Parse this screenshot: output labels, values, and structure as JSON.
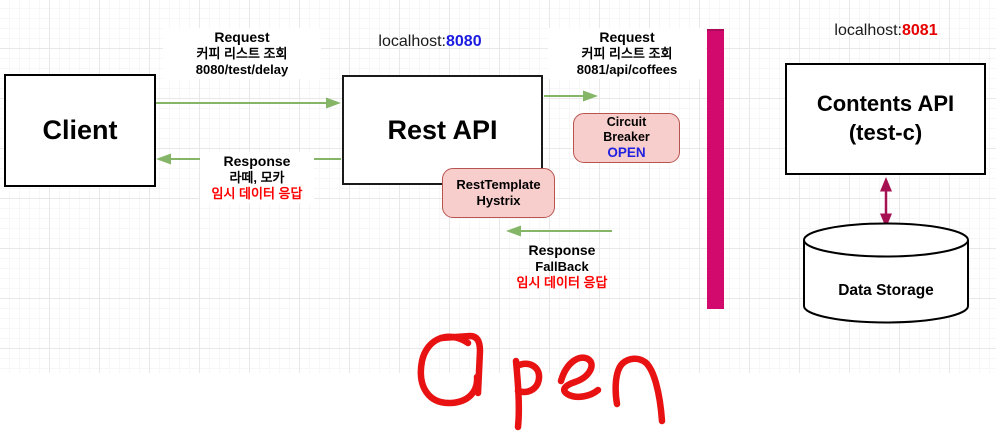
{
  "nodes": {
    "client": {
      "label": "Client"
    },
    "rest_api": {
      "label": "Rest API"
    },
    "rest_api_host": {
      "prefix": "localhost:",
      "port": "8080"
    },
    "contents_api": {
      "line1": "Contents API",
      "line2": "(test-c)"
    },
    "contents_api_host": {
      "prefix": "localhost:",
      "port": "8081"
    },
    "circuit_breaker": {
      "line1": "Circuit",
      "line2": "Breaker",
      "status": "OPEN"
    },
    "rest_template": {
      "line1": "RestTemplate",
      "line2": "Hystrix"
    },
    "data_storage": {
      "label": "Data Storage"
    }
  },
  "edges": {
    "request_to_rest": {
      "title": "Request",
      "detail": "커피 리스트 조회",
      "path": "8080/test/delay"
    },
    "response_to_client": {
      "title": "Response",
      "detail": "라떼, 모카",
      "note": "임시 데이터 응답"
    },
    "request_to_contents": {
      "title": "Request",
      "detail": "커피 리스트 조회",
      "path": "8081/api/coffees"
    },
    "response_fallback": {
      "title": "Response",
      "detail": "FallBack",
      "note": "임시 데이터 응답"
    }
  },
  "annotation": {
    "handwritten_text": "Open"
  },
  "colors": {
    "arrow_green": "#85b567",
    "barrier_pink": "#d20a6e",
    "storage_link_pink": "#a61152",
    "pill_fill": "#f8cecc",
    "pill_border": "#b85450",
    "port_8080": "#1a1ae0",
    "port_8081": "#e60000",
    "status_open": "#2121e0",
    "note_red": "#ff0000",
    "handwriting_red": "#e81212"
  }
}
